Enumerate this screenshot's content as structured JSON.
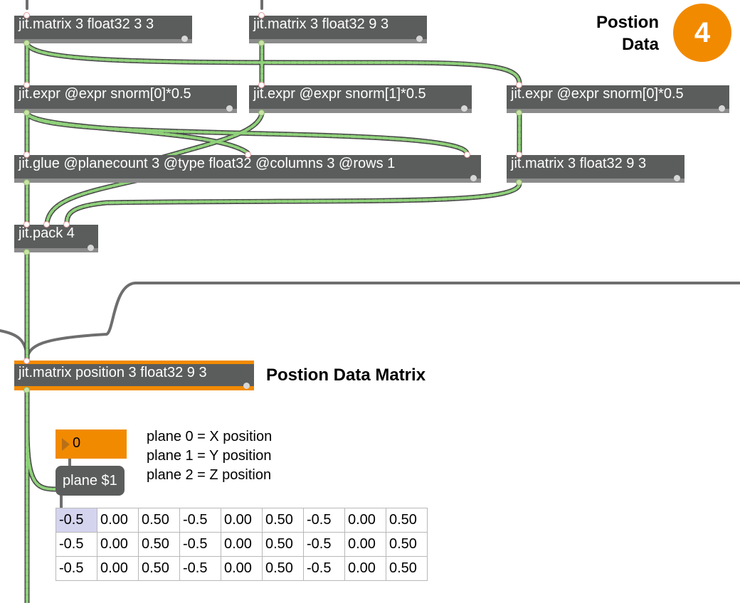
{
  "objects": {
    "matrix_3x3": "jit.matrix 3 float32 3 3",
    "matrix_9x3_top": "jit.matrix 3 float32 9 3",
    "expr_0": "jit.expr @expr snorm[0]*0.5",
    "expr_1": "jit.expr @expr snorm[1]*0.5",
    "expr_2": "jit.expr @expr snorm[0]*0.5",
    "glue": "jit.glue @planecount 3 @type float32 @columns 3 @rows 1",
    "matrix_9x3_right": "jit.matrix 3 float32 9 3",
    "pack": "jit.pack 4",
    "matrix_position": "jit.matrix position 3 float32 9 3"
  },
  "headings": {
    "section_title_line1": "Postion",
    "section_title_line2": "Data",
    "step_number": "4",
    "matrix_label": "Postion Data Matrix"
  },
  "number_box": {
    "value": "0"
  },
  "message_box": {
    "label": "plane $1"
  },
  "comments": {
    "plane0": "plane 0 = X position",
    "plane1": "plane 1 = Y position",
    "plane2": "plane 2 = Z position"
  },
  "cells": [
    [
      "-0.5",
      "0.00",
      "0.50",
      "-0.5",
      "0.00",
      "0.50",
      "-0.5",
      "0.00",
      "0.50"
    ],
    [
      "-0.5",
      "0.00",
      "0.50",
      "-0.5",
      "0.00",
      "0.50",
      "-0.5",
      "0.00",
      "0.50"
    ],
    [
      "-0.5",
      "0.00",
      "0.50",
      "-0.5",
      "0.00",
      "0.50",
      "-0.5",
      "0.00",
      "0.50"
    ]
  ],
  "colors": {
    "object_bg": "#5b5d5c",
    "accent_orange": "#f28a00",
    "matrix_cord": "#8fd17a",
    "plain_cord": "#6e6e6e",
    "selected_cell": "#d4d4ef"
  }
}
